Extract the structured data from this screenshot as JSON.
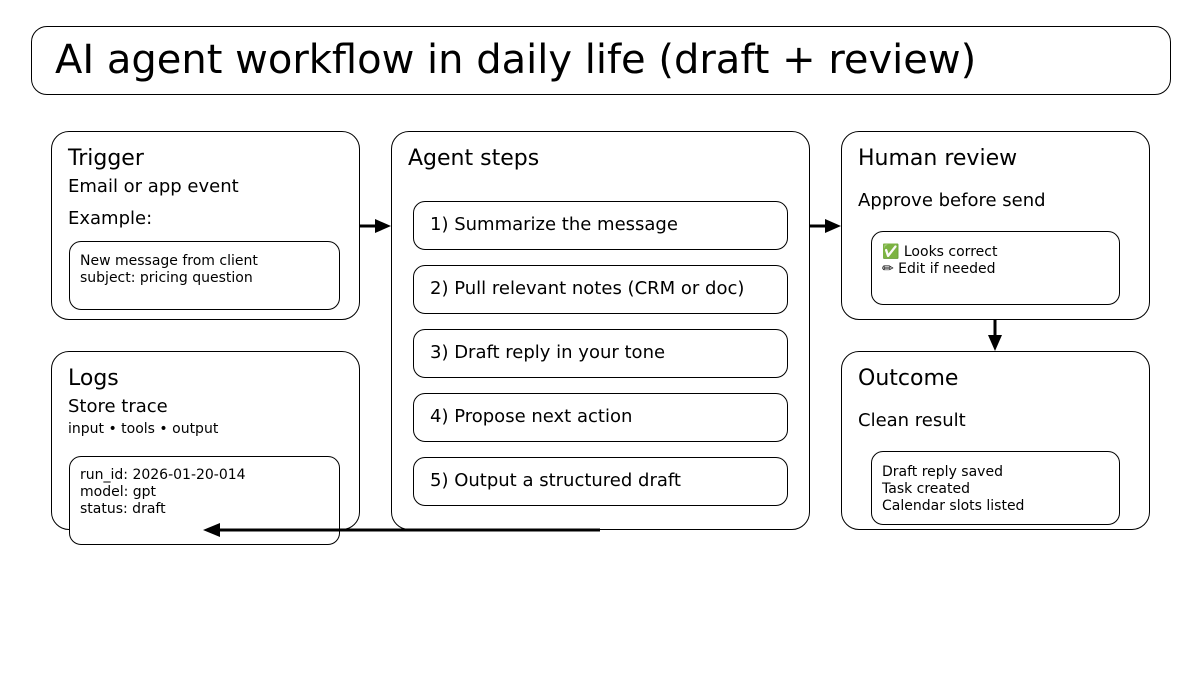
{
  "title": "AI agent workflow in daily life (draft + review)",
  "trigger": {
    "heading": "Trigger",
    "subtitle": "Email or app event",
    "example_label": "Example:",
    "example_text": "New message from client\nsubject: pricing question"
  },
  "logs": {
    "heading": "Logs",
    "subtitle": "Store trace",
    "caption": "input • tools • output",
    "trace_text": "run_id: 2026-01-20-014\nmodel: gpt\nstatus: draft"
  },
  "agent": {
    "heading": "Agent steps",
    "steps": [
      "1) Summarize the message",
      "2) Pull relevant notes (CRM or doc)",
      "3) Draft reply in your tone",
      "4) Propose next action",
      "5) Output a structured draft"
    ]
  },
  "review": {
    "heading": "Human review",
    "subtitle": "Approve before send",
    "checklist_text": "✅ Looks correct\n✏ Edit if needed"
  },
  "outcome": {
    "heading": "Outcome",
    "subtitle": "Clean result",
    "results_text": "Draft reply saved\nTask created\nCalendar slots listed"
  }
}
